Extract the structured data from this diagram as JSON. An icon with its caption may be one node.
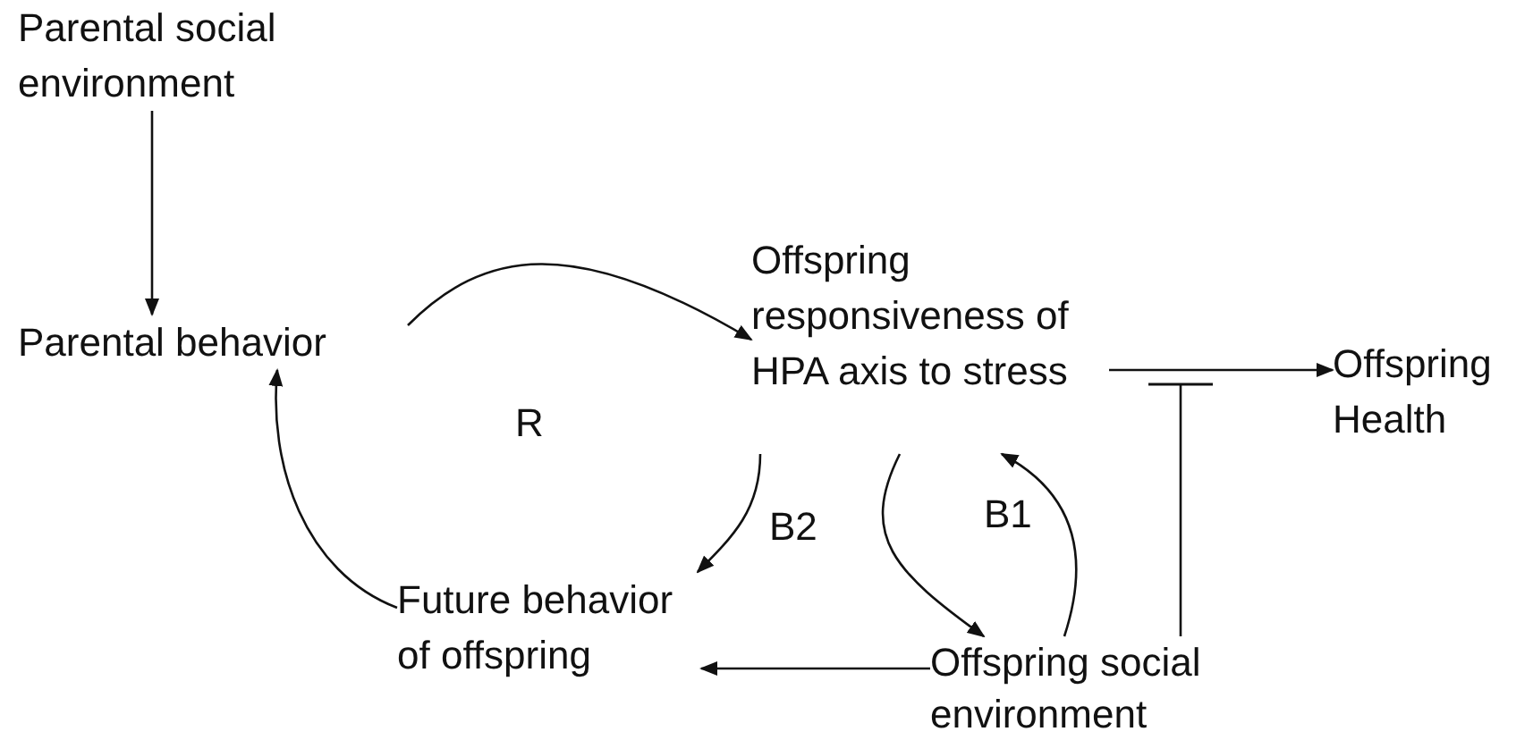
{
  "diagram": {
    "nodes": [
      {
        "text": [
          "Parental social environment"
        ]
      },
      {
        "text": [
          "Parental behavior"
        ]
      },
      {
        "text": [
          "Offspring responsiveness of  HPA axis to stress"
        ]
      },
      {
        "text": [
          "Offspring Health"
        ]
      },
      {
        "text": [
          "Future behavior of offspring"
        ]
      },
      {
        "text": [
          "Offspring social environment"
        ]
      }
    ],
    "edges": [
      {
        "from": 0,
        "to": 1,
        "arrow": "to"
      },
      {
        "from": 1,
        "to": 2,
        "arrow": "to"
      },
      {
        "from": 2,
        "to": 4,
        "arrow": "to"
      },
      {
        "from": 2,
        "to": 5,
        "arrow": "to"
      },
      {
        "from": 5,
        "to": 2,
        "arrow": "to"
      },
      {
        "from": 5,
        "to": 4,
        "arrow": "to"
      },
      {
        "from": 4,
        "to": 1,
        "arrow": "to"
      },
      {
        "from": 2,
        "to": 3,
        "arrow": "to"
      },
      {
        "from": 5,
        "to": null,
        "arrow": "other"
      }
    ],
    "labels": [
      "R",
      "B2",
      "B1"
    ]
  }
}
